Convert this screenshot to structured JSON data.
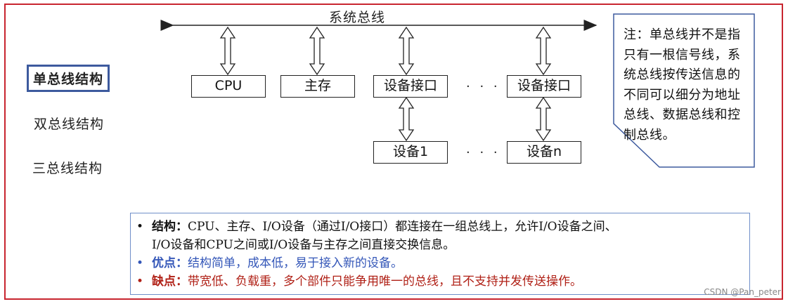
{
  "nav": {
    "items": [
      {
        "label": "单总线结构",
        "active": true
      },
      {
        "label": "双总线结构",
        "active": false
      },
      {
        "label": "三总线结构",
        "active": false
      }
    ]
  },
  "diagram": {
    "bus_label": "系统总线",
    "top_boxes": [
      "CPU",
      "主存",
      "设备接口",
      "设备接口"
    ],
    "bottom_boxes": [
      "设备1",
      "设备n"
    ],
    "ellipsis": "· · ·"
  },
  "note": {
    "text": "注：单总线并不是指只有一根信号线，系统总线按传送信息的不同可以细分为地址总线、数据总线和控制总线。"
  },
  "info": {
    "structure_key": "结构：",
    "structure_text_1": "CPU、主存、I/O设备（通过I/O接口）都连接在一组总线上，允许I/O设备之间、",
    "structure_text_2": "I/O设备和CPU之间或I/O设备与主存之间直接交换信息。",
    "pros_key": "优点：",
    "pros_text": "结构简单，成本低，易于接入新的设备。",
    "cons_key": "缺点：",
    "cons_text": "带宽低、负载重，多个部件只能争用唯一的总线，且不支持并发传送操作。",
    "bullet": "•"
  },
  "watermark": "CSDN @Pan_peter",
  "colors": {
    "frame": "#c8252f",
    "nav_active_border": "#3d5a9e",
    "info_border": "#6f8fc9",
    "pros": "#3356b8",
    "cons": "#b02016"
  }
}
